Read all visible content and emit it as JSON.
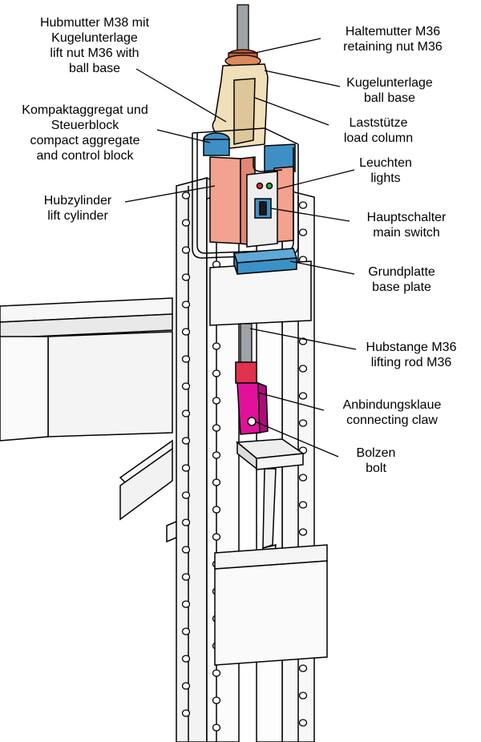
{
  "labels": {
    "hubmutter": [
      "Hubmutter M38 mit",
      "Kugelunterlage",
      "lift nut M36 with",
      "ball base"
    ],
    "haltemutter": [
      "Haltemutter M36",
      "retaining nut M36"
    ],
    "kugelunterlage": [
      "Kugelunterlage",
      "ball base"
    ],
    "kompakt": [
      "Kompaktaggregat und",
      "Steuerblock",
      "compact aggregate",
      "and control block"
    ],
    "laststuetze": [
      "Laststütze",
      "load column"
    ],
    "leuchten": [
      "Leuchten",
      "lights"
    ],
    "hubzylinder": [
      "Hubzylinder",
      "lift cylinder"
    ],
    "hauptschalter": [
      "Hauptschalter",
      "main switch"
    ],
    "grundplatte": [
      "Grundplatte",
      "base plate"
    ],
    "hubstange": [
      "Hubstange M36",
      "lifting rod M36"
    ],
    "anbindungsklaue": [
      "Anbindungsklaue",
      "connecting claw"
    ],
    "bolzen": [
      "Bolzen",
      "bolt"
    ]
  },
  "colors": {
    "rod": "#9ea3a8",
    "nut": "#c05a3a",
    "load_column": "#f1dfb9",
    "aggregate_blue": "#3f8fc4",
    "cylinder_salmon": "#f2a28e",
    "base_plate_blue": "#3b91c6",
    "claw_magenta": "#e0119a",
    "claw_red": "#e0324e",
    "frame": "#f8f8f8",
    "outline": "#000000"
  }
}
